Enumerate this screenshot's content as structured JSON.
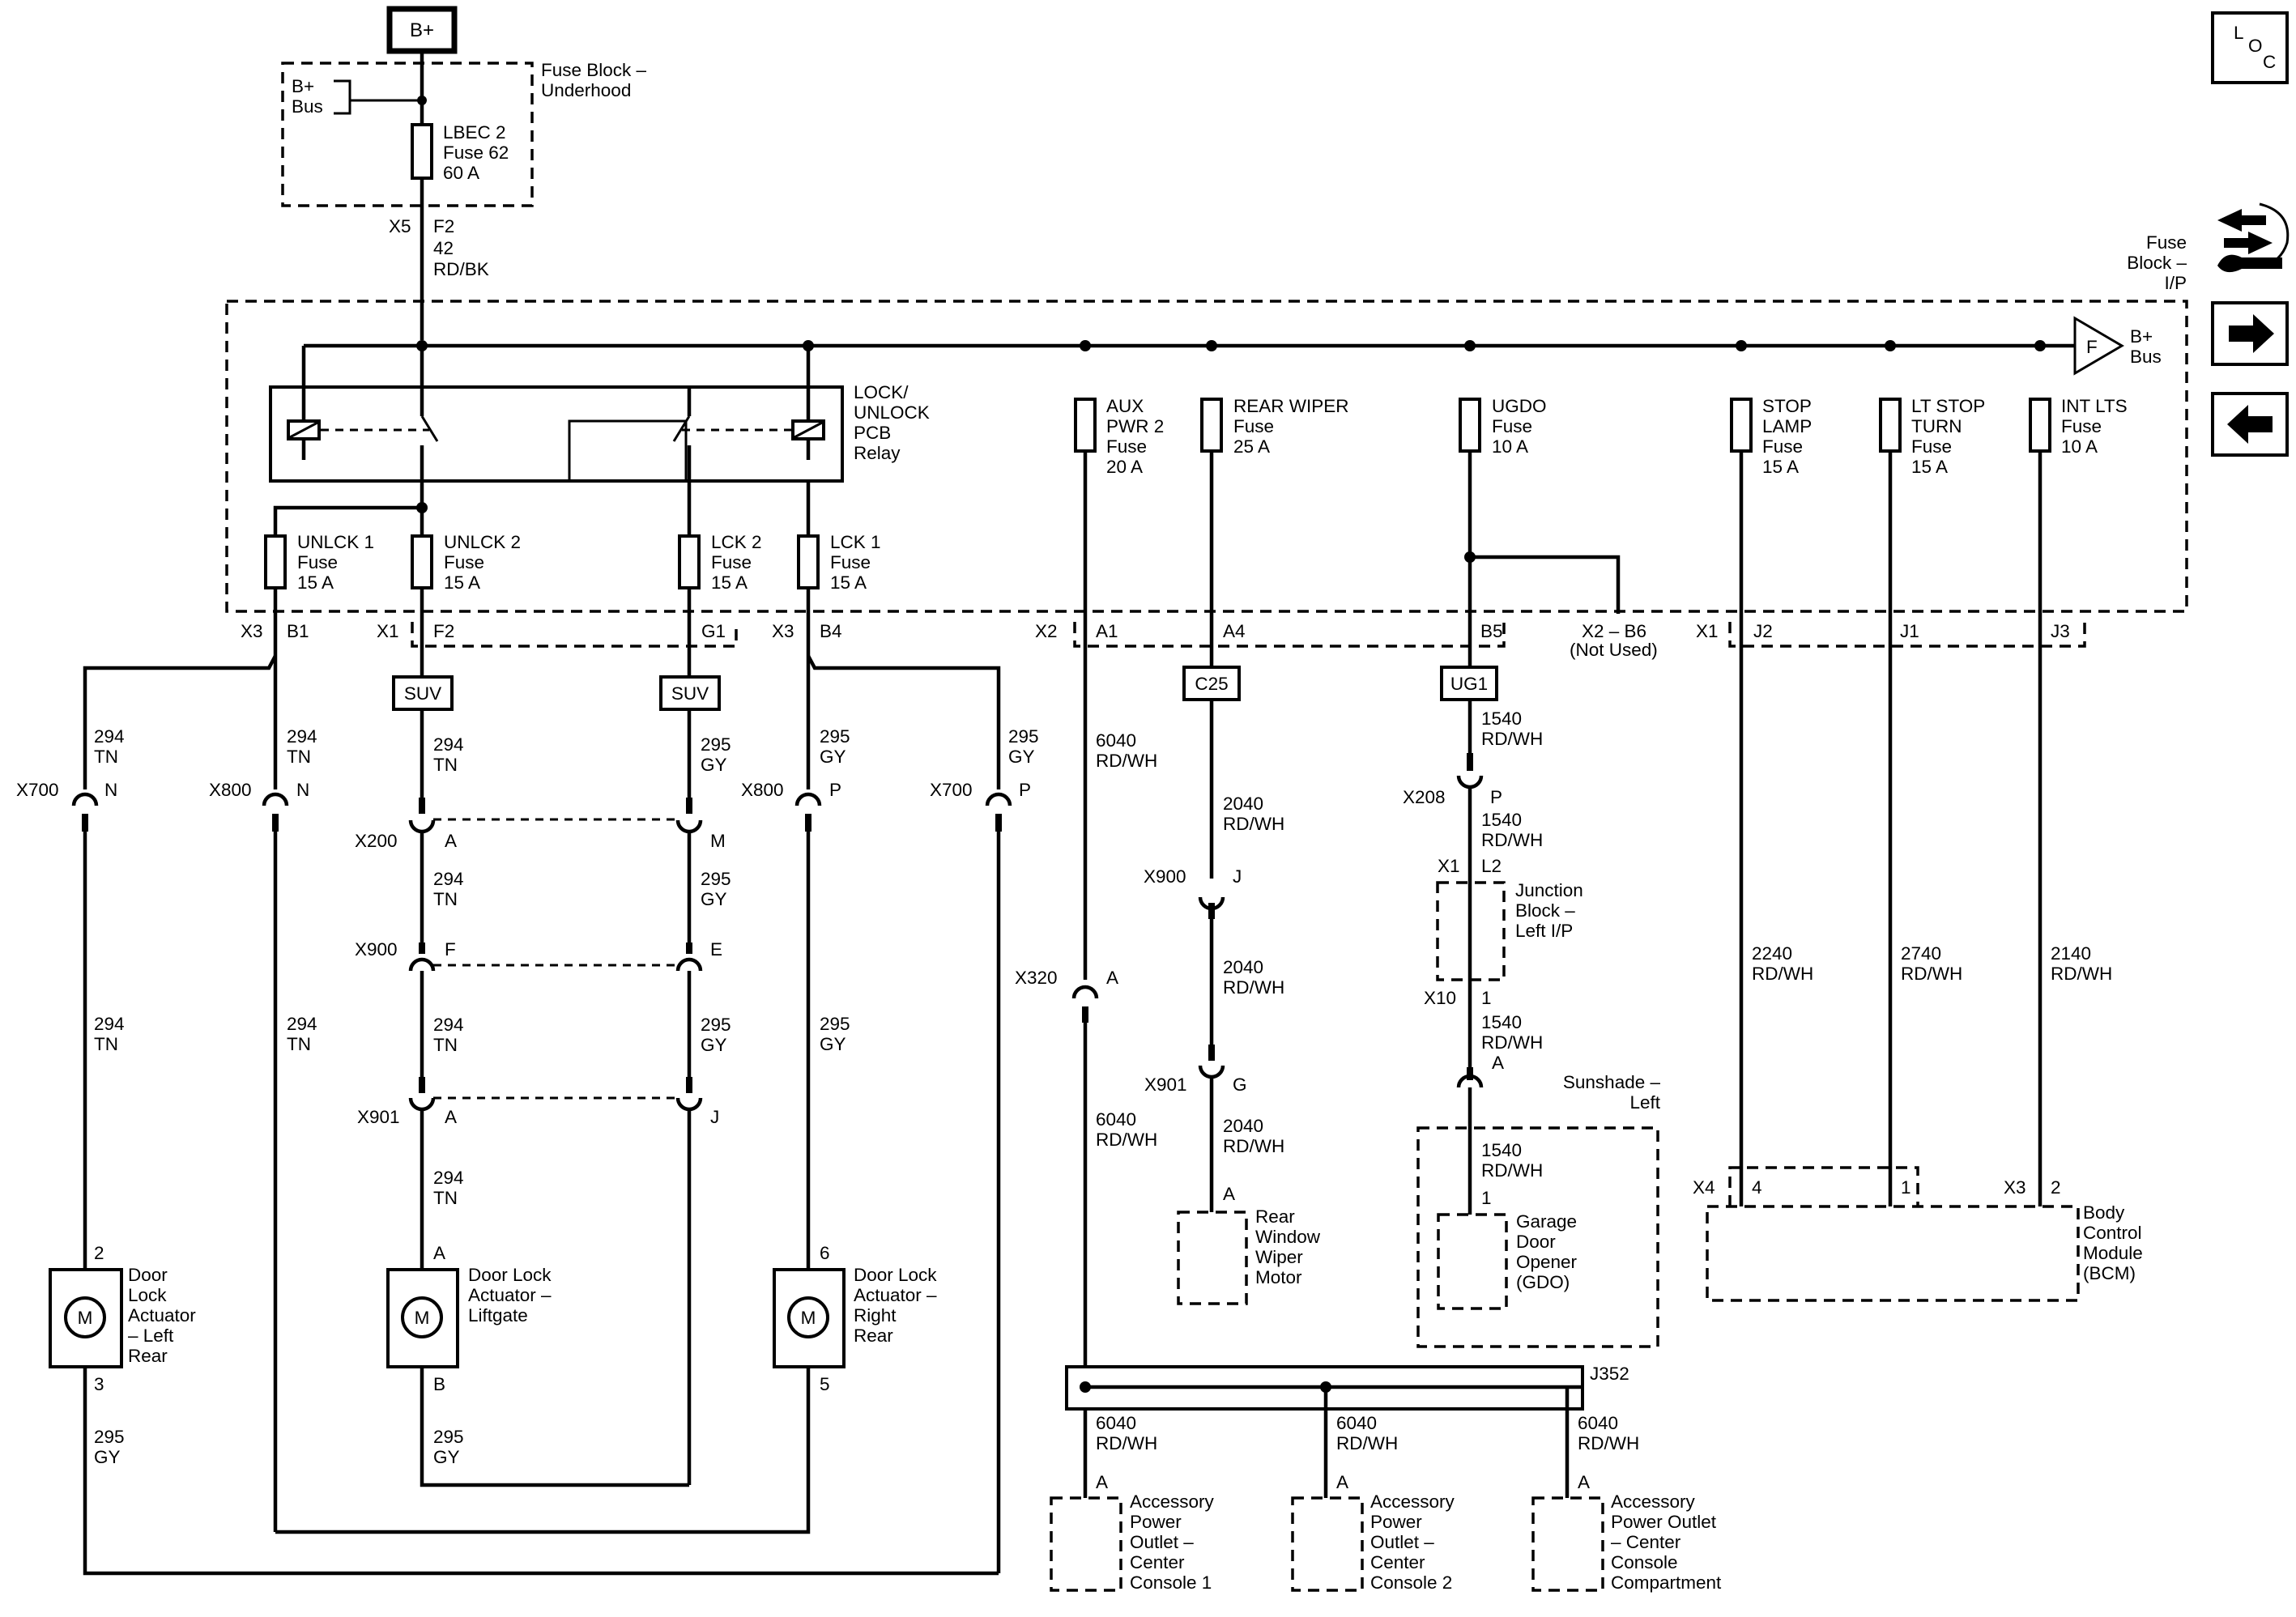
{
  "source": {
    "label": "B+"
  },
  "loc_badge": {
    "l": "L",
    "o": "O",
    "c": "C"
  },
  "fuse_block_underhood": {
    "title": [
      "Fuse Block –",
      "Underhood"
    ],
    "bus": [
      "B+",
      "Bus"
    ],
    "fuse": [
      "LBEC 2",
      "Fuse 62",
      "60 A"
    ]
  },
  "feed": {
    "conn": "X5",
    "pin": "F2",
    "wire": [
      "42",
      "RD/BK"
    ]
  },
  "fuse_block_ip": {
    "title": [
      "Fuse",
      "Block –",
      "I/P"
    ],
    "bus_ref": {
      "flag": "F",
      "text": [
        "B+",
        "Bus"
      ]
    }
  },
  "relay": {
    "label": [
      "LOCK/",
      "UNLOCK",
      "PCB",
      "Relay"
    ]
  },
  "fuses": {
    "unlck1": [
      "UNLCK 1",
      "Fuse",
      "15 A"
    ],
    "unlck2": [
      "UNLCK 2",
      "Fuse",
      "15 A"
    ],
    "lck2": [
      "LCK 2",
      "Fuse",
      "15 A"
    ],
    "lck1": [
      "LCK 1",
      "Fuse",
      "15 A"
    ],
    "aux": [
      "AUX",
      "PWR 2",
      "Fuse",
      "20 A"
    ],
    "rear_wiper": [
      "REAR WIPER",
      "Fuse",
      "25 A"
    ],
    "ugdo": [
      "UGDO",
      "Fuse",
      "10 A"
    ],
    "stop_lamp": [
      "STOP",
      "LAMP",
      "Fuse",
      "15 A"
    ],
    "lt_stop": [
      "LT STOP",
      "TURN",
      "Fuse",
      "15 A"
    ],
    "int_lts": [
      "INT LTS",
      "Fuse",
      "10 A"
    ]
  },
  "connectors": {
    "x3": "X3",
    "b1": "B1",
    "x1": "X1",
    "f2": "F2",
    "g1": "G1",
    "x3b": "X3",
    "b4": "B4",
    "x2": "X2",
    "a1": "A1",
    "a4": "A4",
    "b5": "B5",
    "x2b6": "X2 – B6",
    "not_used": "(Not Used)",
    "x1r": "X1",
    "j2": "J2",
    "j1": "J1",
    "j3": "J3"
  },
  "option_tags": {
    "suv1": "SUV",
    "suv2": "SUV",
    "c25": "C25",
    "ug1": "UG1"
  },
  "wires": {
    "w294tn": [
      "294",
      "TN"
    ],
    "w295gy": [
      "295",
      "GY"
    ],
    "w6040": [
      "6040",
      "RD/WH"
    ],
    "w2040": [
      "2040",
      "RD/WH"
    ],
    "w1540": [
      "1540",
      "RD/WH"
    ],
    "w2240": [
      "2240",
      "RD/WH"
    ],
    "w2740": [
      "2740",
      "RD/WH"
    ],
    "w2140": [
      "2140",
      "RD/WH"
    ]
  },
  "inline": {
    "x700": "X700",
    "x800": "X800",
    "x200": "X200",
    "x900": "X900",
    "x901": "X901",
    "x320": "X320",
    "x208": "X208",
    "x10": "X10",
    "n": "N",
    "p": "P",
    "a": "A",
    "m": "M",
    "f": "F",
    "e": "E",
    "j": "J",
    "g": "G",
    "one": "1",
    "l2": "L2",
    "x1": "X1"
  },
  "actuators": {
    "left": {
      "name": [
        "Door",
        "Lock",
        "Actuator",
        "– Left",
        "Rear"
      ],
      "pin_top": "2",
      "pin_bot": "3"
    },
    "liftgate": {
      "name": [
        "Door Lock",
        "Actuator –",
        "Liftgate"
      ],
      "pin_top": "A",
      "pin_bot": "B"
    },
    "right": {
      "name": [
        "Door Lock",
        "Actuator –",
        "Right",
        "Rear"
      ],
      "pin_top": "6",
      "pin_bot": "5"
    },
    "motor": "M"
  },
  "junction_block": [
    "Junction",
    "Block –",
    "Left I/P"
  ],
  "wiper_motor": {
    "name": [
      "Rear",
      "Window",
      "Wiper",
      "Motor"
    ],
    "pin": "A"
  },
  "sunshade": {
    "title": [
      "Sunshade –",
      "Left"
    ]
  },
  "gdo": {
    "name": [
      "Garage",
      "Door",
      "Opener",
      "(GDO)"
    ],
    "pin": "1"
  },
  "bcm": {
    "name": [
      "Body",
      "Control",
      "Module",
      "(BCM)"
    ],
    "x4": "X4",
    "p4": "4",
    "p1": "1",
    "x3": "X3",
    "p2": "2"
  },
  "splice": {
    "label": "J352"
  },
  "outlets": {
    "o1": {
      "name": [
        "Accessory",
        "Power",
        "Outlet –",
        "Center",
        "Console 1"
      ],
      "pin": "A"
    },
    "o2": {
      "name": [
        "Accessory",
        "Power",
        "Outlet –",
        "Center",
        "Console 2"
      ],
      "pin": "A"
    },
    "o3": {
      "name": [
        "Accessory",
        "Power Outlet",
        "– Center",
        "Console",
        "Compartment"
      ],
      "pin": "A"
    }
  }
}
